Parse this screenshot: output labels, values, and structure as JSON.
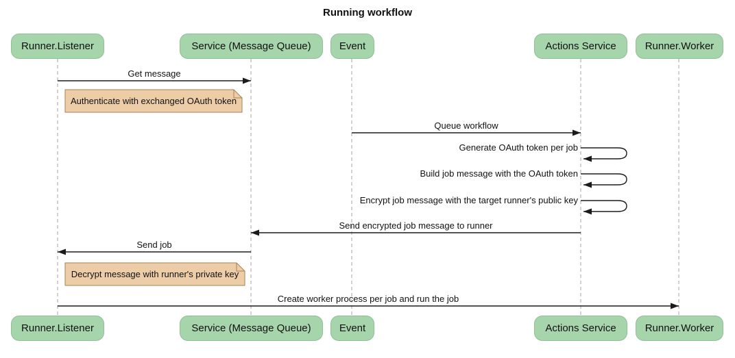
{
  "title": "Running workflow",
  "participants": [
    {
      "label": "Runner.Listener"
    },
    {
      "label": "Service (Message Queue)"
    },
    {
      "label": "Event"
    },
    {
      "label": "Actions Service"
    },
    {
      "label": "Runner.Worker"
    }
  ],
  "messages": [
    {
      "label": "Get message",
      "from": "Runner.Listener",
      "to": "Service (Message Queue)",
      "type": "solid-arrow"
    },
    {
      "label": "Queue workflow",
      "from": "Event",
      "to": "Actions Service",
      "type": "solid-arrow"
    },
    {
      "label": "Generate OAuth token per job",
      "from": "Actions Service",
      "to": "Actions Service",
      "type": "self-loop"
    },
    {
      "label": "Build job message with the OAuth token",
      "from": "Actions Service",
      "to": "Actions Service",
      "type": "self-loop"
    },
    {
      "label": "Encrypt job message with the target runner's public key",
      "from": "Actions Service",
      "to": "Actions Service",
      "type": "self-loop"
    },
    {
      "label": "Send encrypted job message to runner",
      "from": "Actions Service",
      "to": "Service (Message Queue)",
      "type": "solid-arrow"
    },
    {
      "label": "Send job",
      "from": "Service (Message Queue)",
      "to": "Runner.Listener",
      "type": "solid-arrow"
    },
    {
      "label": "Create worker process per job and run the job",
      "from": "Runner.Listener",
      "to": "Runner.Worker",
      "type": "solid-arrow"
    }
  ],
  "notes": [
    {
      "text": "Authenticate with exchanged OAuth token"
    },
    {
      "text": "Decrypt message with runner's private key"
    }
  ],
  "colors": {
    "participant_fill": "#a6d4ab",
    "note_fill": "#edcda7",
    "note_border": "#a8824f",
    "lifeline": "#a3a3a3",
    "arrow": "#1b1b1b"
  }
}
